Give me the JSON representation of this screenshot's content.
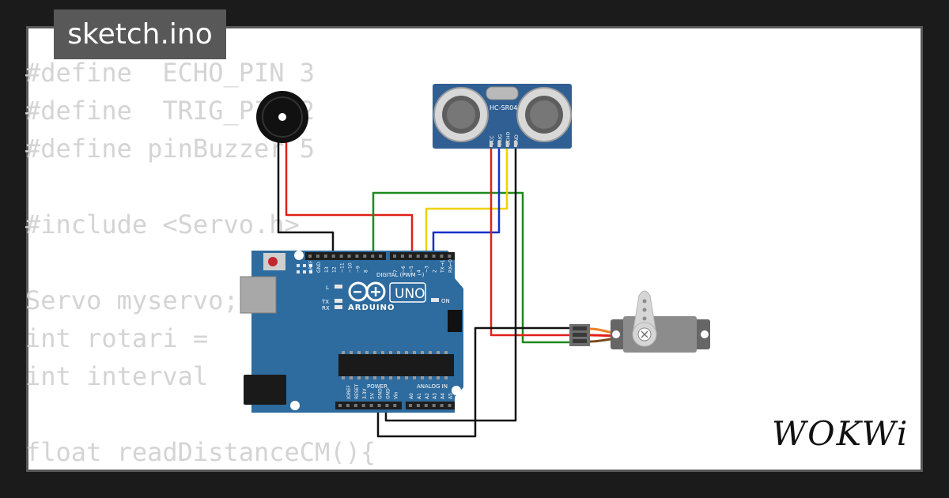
{
  "file_tab": {
    "label": "sketch.ino"
  },
  "code_lines": [
    "#define  ECHO_PIN 3",
    "#define  TRIG_PIN 2",
    "#define pinBuzzer 5",
    "",
    "#include <Servo.h>",
    "",
    "Servo myservo;",
    "int rotari = ",
    "int interval",
    "",
    "float readDistanceCM(){"
  ],
  "sensor": {
    "model": "HC-SR04",
    "pins": [
      "VCC",
      "TRIG",
      "ECHO",
      "GND"
    ]
  },
  "arduino": {
    "brand": "ARDUINO",
    "model": "UNO",
    "digital_header": "DIGITAL (PWM ~)",
    "power_header": "POWER",
    "analog_header": "ANALOG IN",
    "on_led": "ON",
    "l_led": "L",
    "tx_led": "TX",
    "rx_led": "RX",
    "top_pins": [
      "AREF",
      "GND",
      "13",
      "12",
      "~11",
      "~10",
      "~9",
      "8",
      "7",
      "~6",
      "~5",
      "4",
      "~3",
      "2",
      "TX→1",
      "RX←0"
    ],
    "power_pins": [
      "IOREF",
      "RESET",
      "3.3V",
      "5V",
      "GND",
      "GND",
      "Vin"
    ],
    "analog_pins": [
      "A0",
      "A1",
      "A2",
      "A3",
      "A4",
      "A5"
    ]
  },
  "logo": {
    "text": "WOKWi"
  },
  "colors": {
    "background": "#1b1b1b",
    "frame_border": "#585858",
    "tab_bg": "#585858",
    "code_text": "#d4d4d4",
    "board": "#2e6b9e",
    "sensor_board": "#2f5f93",
    "wire_black": "#111111",
    "wire_red": "#e0201a",
    "wire_green": "#1e8a1e",
    "wire_yellow": "#f0d000",
    "wire_blue": "#1430c8"
  }
}
